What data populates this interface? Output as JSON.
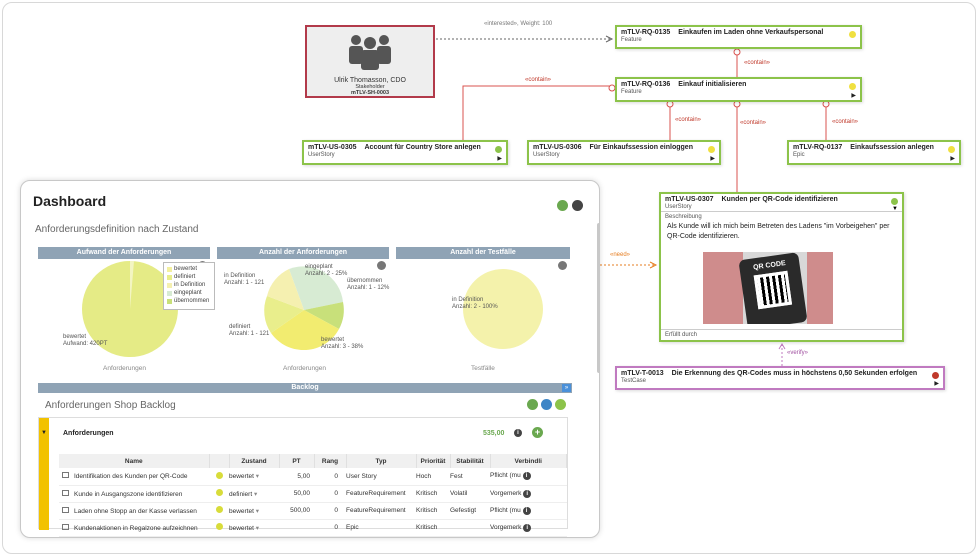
{
  "diagram": {
    "link_interested": "«interested», Weight: 100",
    "contain": "«contain»",
    "need": "«need»",
    "verify": "«verify»",
    "stakeholder": {
      "name": "Ulrik Thomasson, CDO",
      "type": "Stakeholder",
      "id": "mTLV-SH-0003"
    },
    "rq135": {
      "id": "mTLV-RQ-0135",
      "title": "Einkaufen im Laden ohne Verkaufspersonal",
      "type": "Feature"
    },
    "rq136": {
      "id": "mTLV-RQ-0136",
      "title": "Einkauf initialisieren",
      "type": "Feature"
    },
    "us305": {
      "id": "mTLV-US-0305",
      "title": "Account für Country Store anlegen",
      "type": "UserStory"
    },
    "us306": {
      "id": "mTLV-US-0306",
      "title": "Für Einkaufssession einloggen",
      "type": "UserStory"
    },
    "rq137": {
      "id": "mTLV-RQ-0137",
      "title": "Einkaufssession anlegen",
      "type": "Epic"
    },
    "us307": {
      "id": "mTLV-US-0307",
      "title": "Kunden per QR-Code identifizieren",
      "type": "UserStory",
      "desc_label": "Beschreibung",
      "desc": "Als Kunde will ich mich beim Betreten des Ladens \"im Vorbeigehen\" per QR-Code identifizieren.",
      "fulfilled": "Erfüllt durch",
      "img_text": "QR CODE"
    },
    "t13": {
      "id": "mTLV-T-0013",
      "title": "Die Erkennung des QR-Codes muss in höchstens 0,50 Sekunden erfolgen",
      "type": "TestCase"
    }
  },
  "dashboard": {
    "title": "Dashboard",
    "section": "Anforderungsdefinition nach Zustand",
    "panels": [
      {
        "title": "Aufwand der Anforderungen",
        "footer": "Anforderungen"
      },
      {
        "title": "Anzahl der Anforderungen",
        "footer": "Anforderungen"
      },
      {
        "title": "Anzahl der Testfälle",
        "footer": "Testfälle"
      }
    ],
    "legend": [
      "bewertet",
      "definiert",
      "in Definition",
      "eingeplant",
      "übernommen"
    ],
    "pie1_label": [
      "bewertet",
      "Aufwand: 420PT"
    ],
    "pie2_labels": [
      [
        "eingeplant",
        "Anzahl: 2 - 25%"
      ],
      [
        "in Definition",
        "Anzahl: 1 - 121"
      ],
      [
        "übernommen",
        "Anzahl: 1 - 12%"
      ],
      [
        "definiert",
        "Anzahl: 1 - 121"
      ],
      [
        "bewertet",
        "Anzahl: 3 - 38%"
      ]
    ],
    "pie3_label": [
      "in Definition",
      "Anzahl: 2 - 100%"
    ],
    "backlog_bar": "Backlog",
    "backlog_title": "Anforderungen Shop Backlog",
    "group": {
      "name": "Anforderungen",
      "sum": "535,00"
    },
    "columns": [
      "Name",
      "",
      "Zustand",
      "PT",
      "Rang",
      "Typ",
      "Priorität",
      "Stabilität",
      "Verbindli"
    ],
    "rows": [
      [
        "Identifikation des Kunden per QR-Code",
        "bewertet",
        "5,00",
        "0",
        "User Story",
        "Hoch",
        "Fest",
        "Pflicht (mu"
      ],
      [
        "Kunde in Ausgangszone identifizieren",
        "definiert",
        "50,00",
        "0",
        "FeatureRequirement",
        "Kritisch",
        "Volatil",
        "Vorgemerk"
      ],
      [
        "Laden ohne Stopp an der Kasse verlassen",
        "bewertet",
        "500,00",
        "0",
        "FeatureRequirement",
        "Kritisch",
        "Gefestigt",
        "Pflicht (mu"
      ],
      [
        "Kundenaktionen in Regalzone aufzeichnen",
        "bewertet",
        "",
        "0",
        "Epic",
        "Kritisch",
        "",
        "Vorgemerk"
      ]
    ]
  }
}
